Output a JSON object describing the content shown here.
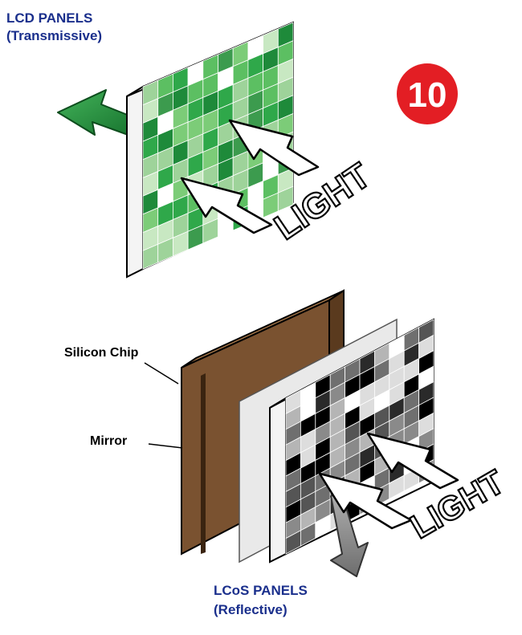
{
  "top_title_line1": "LCD PANELS",
  "top_title_line2": "(Transmissive)",
  "badge_number": "10",
  "top_light_label": "LIGHT",
  "silicon_chip_label": "Silicon Chip",
  "mirror_label": "Mirror",
  "bottom_light_label": "LIGHT",
  "bottom_title_line1": "LCoS PANELS",
  "bottom_title_line2": "(Reflective)",
  "colors": {
    "title_blue": "#1a2f8c",
    "badge_red": "#e31e24",
    "panel_green_dark": "#1e8a3a",
    "panel_green_light": "#9ed39a",
    "chip_brown": "#7a5230",
    "mirror_gray": "#e8e8e8",
    "arrow_green": "#1f8f3a",
    "reflect_gray": "#8a8a8a"
  }
}
